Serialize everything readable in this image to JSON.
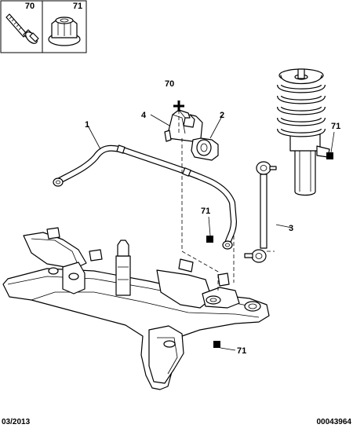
{
  "header_boxes": [
    {
      "ref": "70",
      "icon": "flange-bolt-icon"
    },
    {
      "ref": "71",
      "icon": "flange-nut-icon"
    }
  ],
  "callouts": {
    "stabilizer_bar": "1",
    "bushing": "2",
    "link_rod": "3",
    "bracket": "4",
    "bolt_top": "70",
    "nut_strut": "71",
    "nut_link": "71",
    "nut_subframe": "71"
  },
  "footer": {
    "date": "03/2013",
    "code": "00043964"
  }
}
